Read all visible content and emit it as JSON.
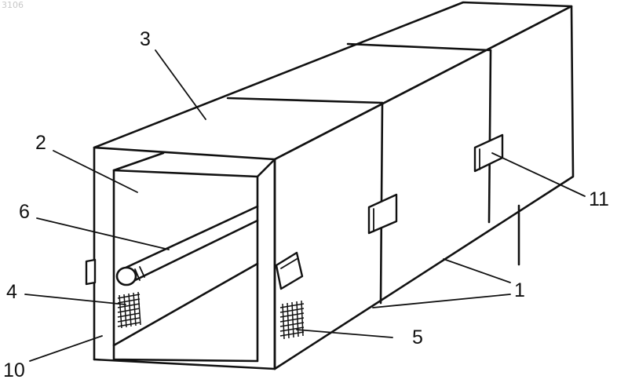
{
  "watermark": "3106",
  "labels": {
    "l1": "1",
    "l2": "2",
    "l3": "3",
    "l4": "4",
    "l5": "5",
    "l6": "6",
    "l10": "10",
    "l11": "11"
  },
  "colors": {
    "line": "#111111",
    "background": "#ffffff"
  }
}
